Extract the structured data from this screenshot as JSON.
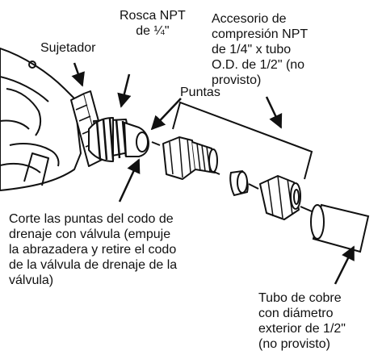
{
  "labels": {
    "rosca": "Rosca NPT\nde ¼\"",
    "sujetador": "Sujetador",
    "accesorio": "Accesorio de\ncompresión NPT\nde 1/4\" x tubo\nO.D. de 1/2\" (no\nprovisto)",
    "puntas": "Puntas",
    "corte": "Corte las puntas del codo de\ndrenaje con válvula (empuje\nla abrazadera y retire el codo\nde la válvula de drenaje de la\nválvula)",
    "tubo": "Tubo de cobre\ncon diámetro\nexterior de 1/2\"\n(no provisto)"
  }
}
